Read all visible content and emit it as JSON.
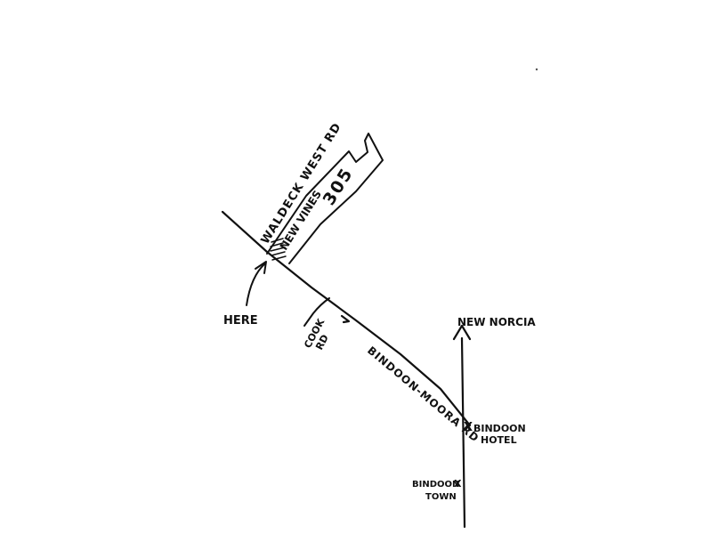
{
  "map": {
    "roads": {
      "waldeck_west": "WALDECK WEST RD",
      "bindoon_moora": "BINDOON-MOORA RD",
      "cook": [
        "COOK",
        "RD"
      ]
    },
    "property": {
      "name": "NEW VINES",
      "number": "305"
    },
    "markers": {
      "here": "HERE",
      "new_norcia": "NEW NORCIA",
      "bindoon_hotel": [
        "BINDOON",
        "HOTEL"
      ],
      "bindoon_town": [
        "BINDOON",
        "TOWN"
      ],
      "cross_symbol": "X"
    }
  },
  "colors": {
    "ink": "#111111",
    "paper": "#ffffff"
  }
}
